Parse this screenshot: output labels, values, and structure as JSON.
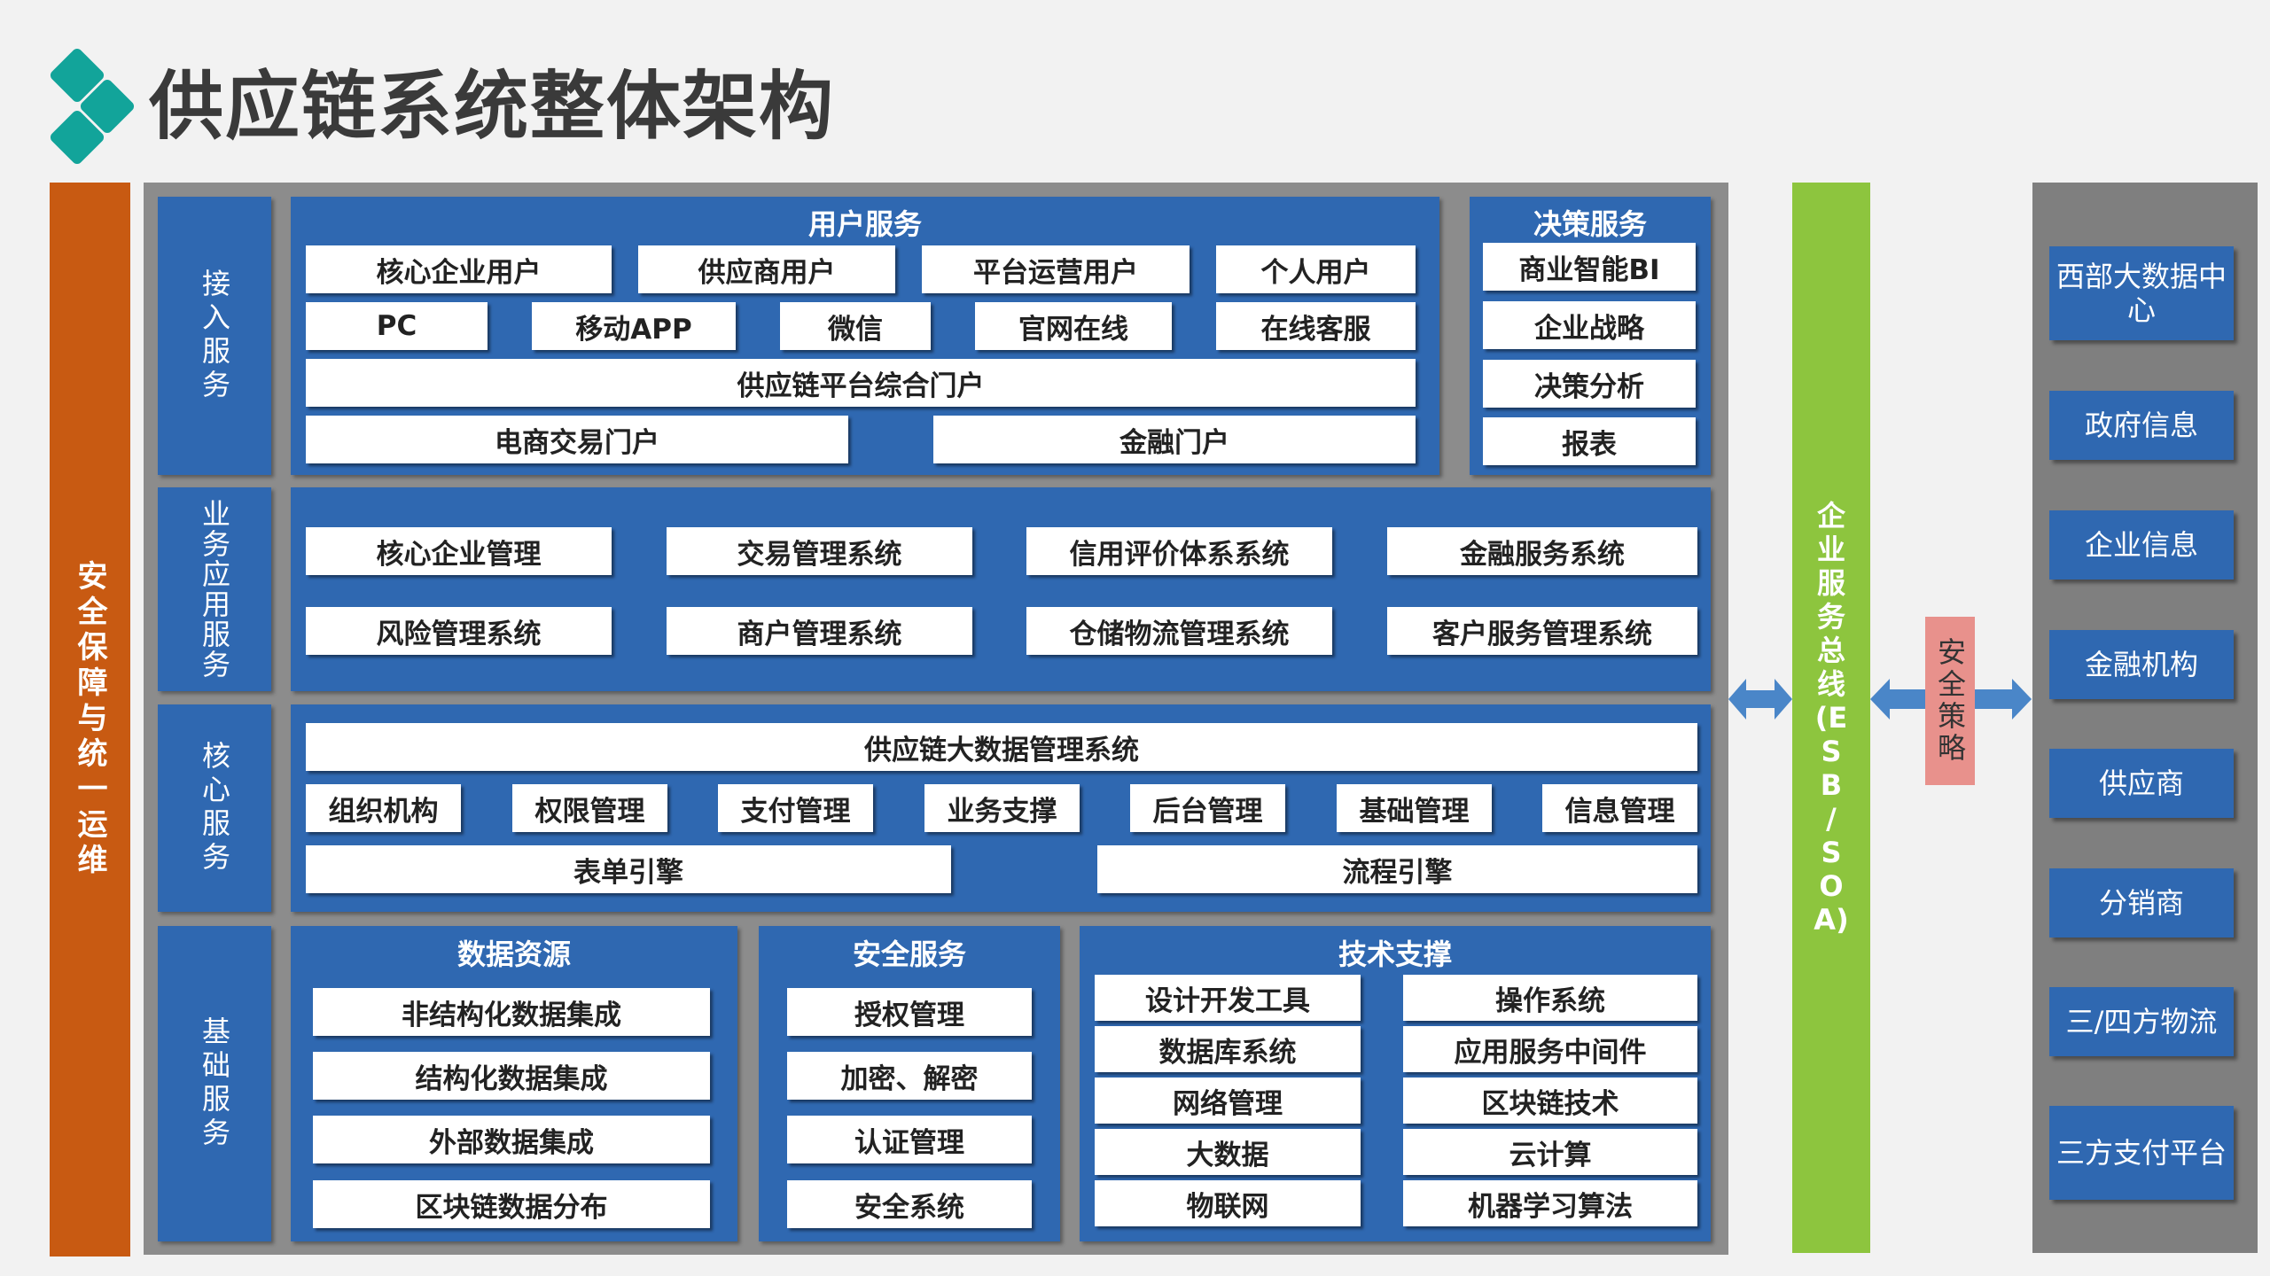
{
  "title": "供应链系统整体架构",
  "left_bar": "安全保障与统一运维",
  "layers": {
    "access": "接入服务",
    "business": "业务应用服务",
    "core": "核心服务",
    "base": "基础服务"
  },
  "user_services": {
    "title": "用户服务",
    "users": [
      "核心企业用户",
      "供应商用户",
      "平台运营用户",
      "个人用户"
    ],
    "channels": [
      "PC",
      "移动APP",
      "微信",
      "官网在线",
      "在线客服"
    ],
    "portal": "供应链平台综合门户",
    "sub_portals": [
      "电商交易门户",
      "金融门户"
    ]
  },
  "decision_services": {
    "title": "决策服务",
    "items": [
      "商业智能BI",
      "企业战略",
      "决策分析",
      "报表"
    ]
  },
  "business_apps": [
    "核心企业管理",
    "交易管理系统",
    "信用评价体系系统",
    "金融服务系统",
    "风险管理系统",
    "商户管理系统",
    "仓储物流管理系统",
    "客户服务管理系统"
  ],
  "core_services": {
    "main": "供应链大数据管理系统",
    "modules": [
      "组织机构",
      "权限管理",
      "支付管理",
      "业务支撑",
      "后台管理",
      "基础管理",
      "信息管理"
    ],
    "engines": [
      "表单引擎",
      "流程引擎"
    ]
  },
  "data_resources": {
    "title": "数据资源",
    "items": [
      "非结构化数据集成",
      "结构化数据集成",
      "外部数据集成",
      "区块链数据分布"
    ]
  },
  "security_services": {
    "title": "安全服务",
    "items": [
      "授权管理",
      "加密、解密",
      "认证管理",
      "安全系统"
    ]
  },
  "tech_support": {
    "title": "技术支撑",
    "left": [
      "设计开发工具",
      "数据库系统",
      "网络管理",
      "大数据",
      "物联网"
    ],
    "right": [
      "操作系统",
      "应用服务中间件",
      "区块链技术",
      "云计算",
      "机器学习算法"
    ]
  },
  "esb": [
    "企",
    "业",
    "服",
    "务",
    "总",
    "线",
    "(E",
    "S",
    "B",
    "/",
    "S",
    "O",
    "A)"
  ],
  "security_policy": "安全策略",
  "external": [
    "西部大数据中心",
    "政府信息",
    "企业信息",
    "金融机构",
    "供应商",
    "分销商",
    "三/四方物流",
    "三方支付平台"
  ],
  "colors": {
    "accent_blue": "#2f68b1",
    "orange": "#c85a12",
    "green": "#8dc53e",
    "pink": "#e8918c",
    "teal": "#12a49a",
    "gray": "#8c8c8c"
  }
}
